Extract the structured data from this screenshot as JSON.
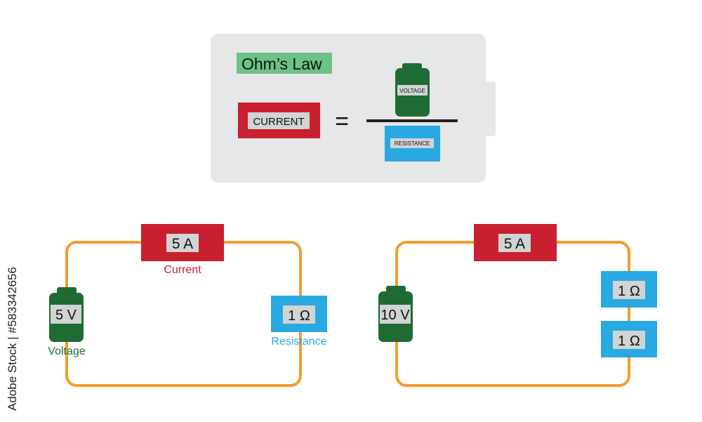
{
  "panel": {
    "title": "Ohm’s Law",
    "current_label": "CURRENT",
    "equals_sign": "=",
    "voltage_label": "VOLTAGE",
    "resistance_label": "RESISTANCE"
  },
  "circuit_left": {
    "current_value": "5 A",
    "current_caption": "Current",
    "voltage_value": "5 V",
    "voltage_caption": "Voltage",
    "resistance_value": "1 Ω",
    "resistance_caption": "Resistance"
  },
  "circuit_right": {
    "current_value": "5 A",
    "voltage_value": "10 V",
    "resistor_1_value": "1 Ω",
    "resistor_2_value": "1 Ω"
  },
  "credit": "Adobe Stock | #583342656",
  "colors": {
    "wire": "#F39C2B",
    "current_red": "#C8202F",
    "battery_green": "#1E6B34",
    "resistance_blue": "#29A9E1",
    "title_highlight": "#6CC287",
    "panel_grey": "#E6E7E8",
    "label_grey": "#D1D3D4"
  }
}
